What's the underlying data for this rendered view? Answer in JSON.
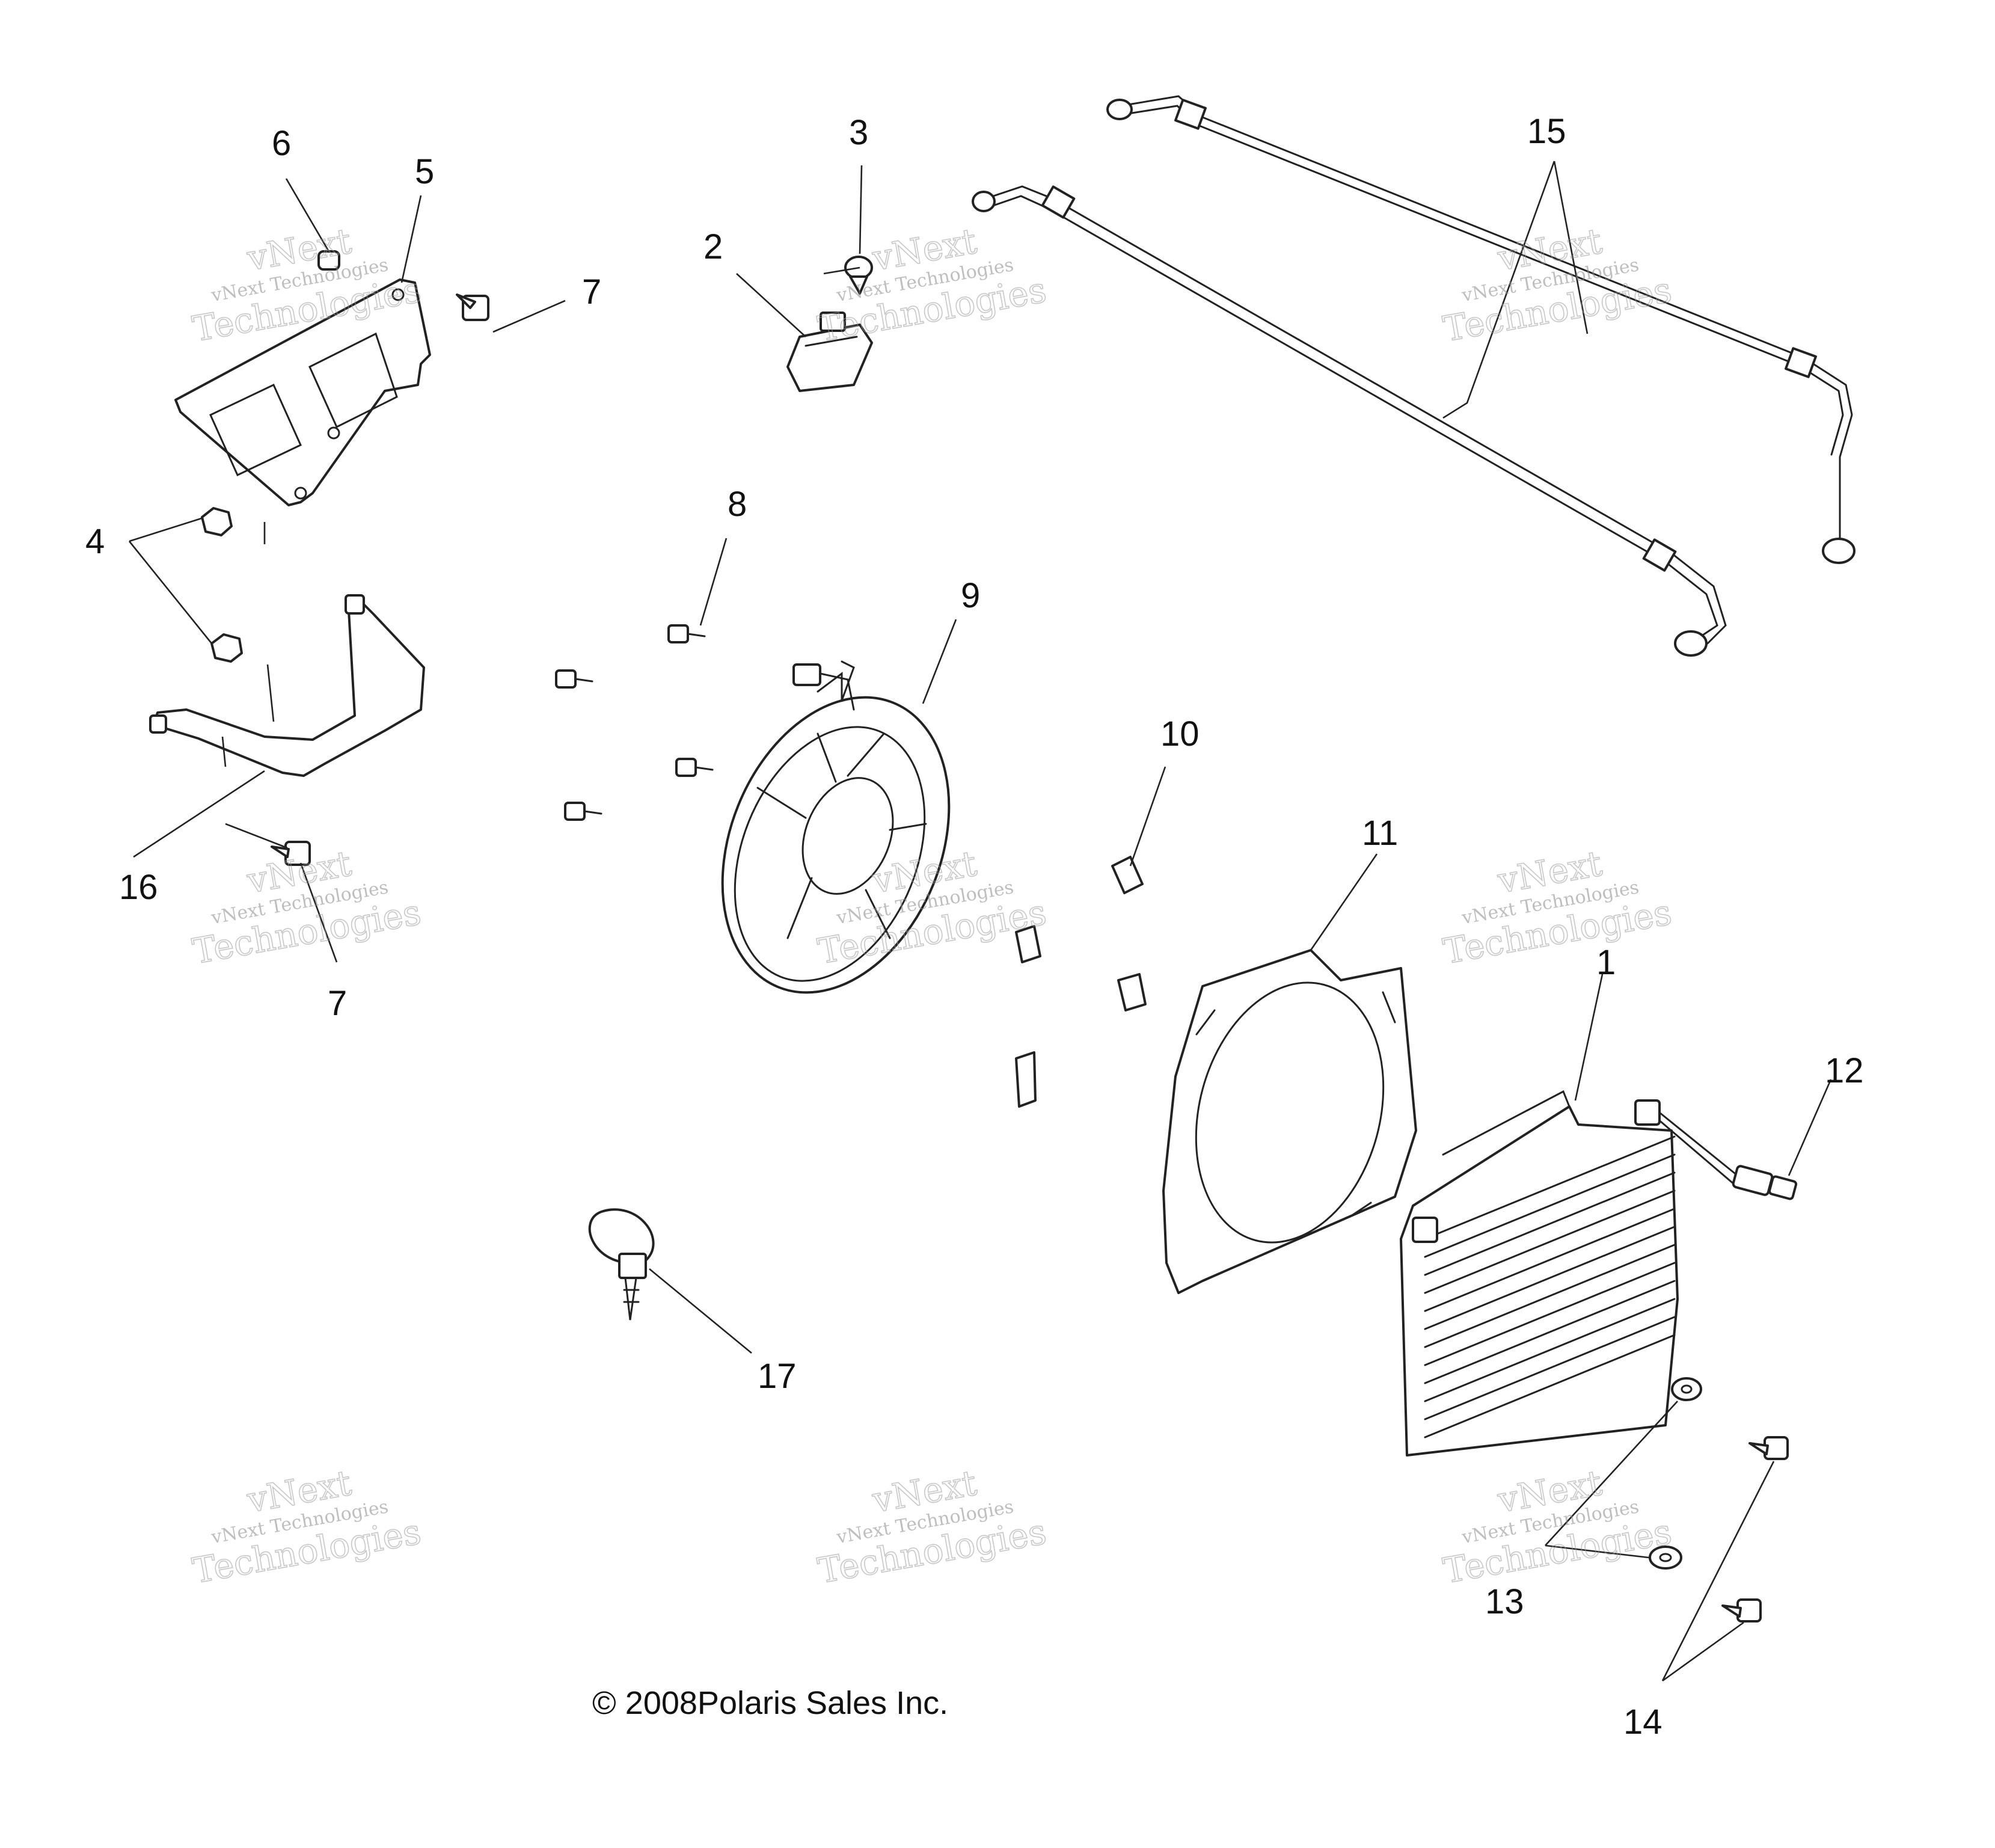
{
  "diagram": {
    "callouts": [
      {
        "id": "c1",
        "label": "1"
      },
      {
        "id": "c2",
        "label": "2"
      },
      {
        "id": "c3",
        "label": "3"
      },
      {
        "id": "c4",
        "label": "4"
      },
      {
        "id": "c5",
        "label": "5"
      },
      {
        "id": "c6",
        "label": "6"
      },
      {
        "id": "c7a",
        "label": "7"
      },
      {
        "id": "c7b",
        "label": "7"
      },
      {
        "id": "c8",
        "label": "8"
      },
      {
        "id": "c9",
        "label": "9"
      },
      {
        "id": "c10",
        "label": "10"
      },
      {
        "id": "c11",
        "label": "11"
      },
      {
        "id": "c12",
        "label": "12"
      },
      {
        "id": "c13",
        "label": "13"
      },
      {
        "id": "c14",
        "label": "14"
      },
      {
        "id": "c15",
        "label": "15"
      },
      {
        "id": "c16",
        "label": "16"
      },
      {
        "id": "c17",
        "label": "17"
      }
    ],
    "copyright": "© 2008Polaris Sales Inc.",
    "watermark": {
      "line1": "vNext Technologies",
      "line2": "Technologies",
      "line3": "vNext"
    }
  }
}
